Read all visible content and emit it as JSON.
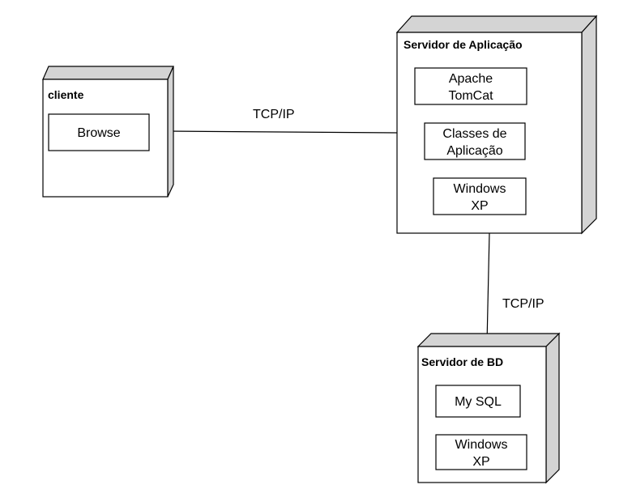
{
  "nodes": {
    "cliente": {
      "title": "cliente",
      "components": [
        {
          "lines": [
            "Browse"
          ]
        }
      ]
    },
    "app": {
      "title": "Servidor de Aplicação",
      "components": [
        {
          "lines": [
            "Apache",
            "TomCat"
          ]
        },
        {
          "lines": [
            "Classes de",
            "Aplicação"
          ]
        },
        {
          "lines": [
            "Windows",
            "XP"
          ]
        }
      ]
    },
    "bd": {
      "title": "Servidor de BD",
      "components": [
        {
          "lines": [
            "My SQL"
          ]
        },
        {
          "lines": [
            "Windows",
            "XP"
          ]
        }
      ]
    }
  },
  "connections": [
    {
      "label": "TCP/IP"
    },
    {
      "label": "TCP/IP"
    }
  ]
}
